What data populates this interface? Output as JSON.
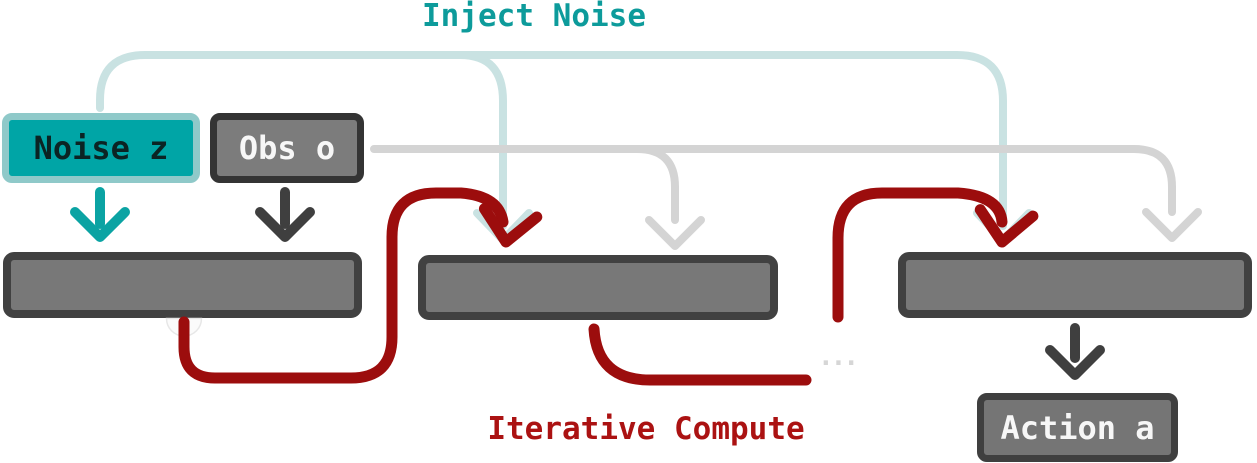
{
  "diagram": {
    "inject_noise_label": "Inject Noise",
    "iterative_compute_label": "Iterative Compute",
    "ellipsis": "...",
    "noise_box": {
      "label": "Noise z"
    },
    "obs_box": {
      "label": "Obs o"
    },
    "action_box": {
      "label": "Action a"
    },
    "blocks": {
      "count": 3,
      "description": "three unlabeled gray network blocks"
    },
    "colors": {
      "teal_accent": "#0d9b9b",
      "teal_box_fill": "#00a5a6",
      "teal_box_border": "#8fc9c9",
      "teal_light_line": "#c9e2e2",
      "gray_light_line": "#d4d4d4",
      "gray_dark": "#3f3f3f",
      "block_fill": "#787878",
      "block_border": "#414141",
      "red_line": "#9c0d0d",
      "red_text": "#ab1212",
      "ellipsis_gray": "#d6d6d6"
    }
  }
}
